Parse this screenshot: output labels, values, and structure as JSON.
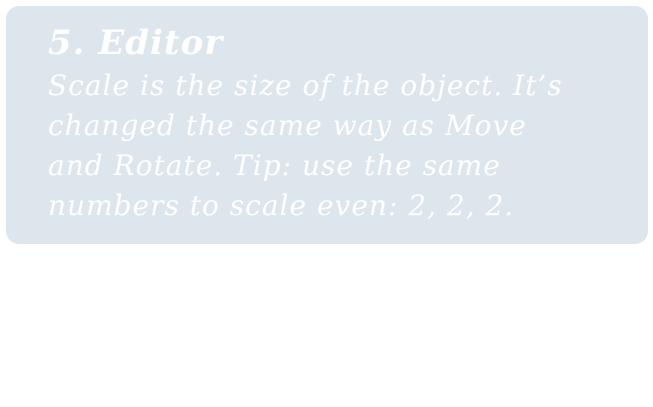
{
  "card": {
    "title": "5. Editor",
    "lines": [
      "Scale is the size of the object. It’s",
      "changed the same way as Move",
      "and Rotate. Tip: use the same",
      "numbers to scale even: 2, 2, 2."
    ]
  },
  "colors": {
    "card_background": "#dde5ed",
    "text": "#ffffff",
    "page_background": "#ffffff"
  }
}
